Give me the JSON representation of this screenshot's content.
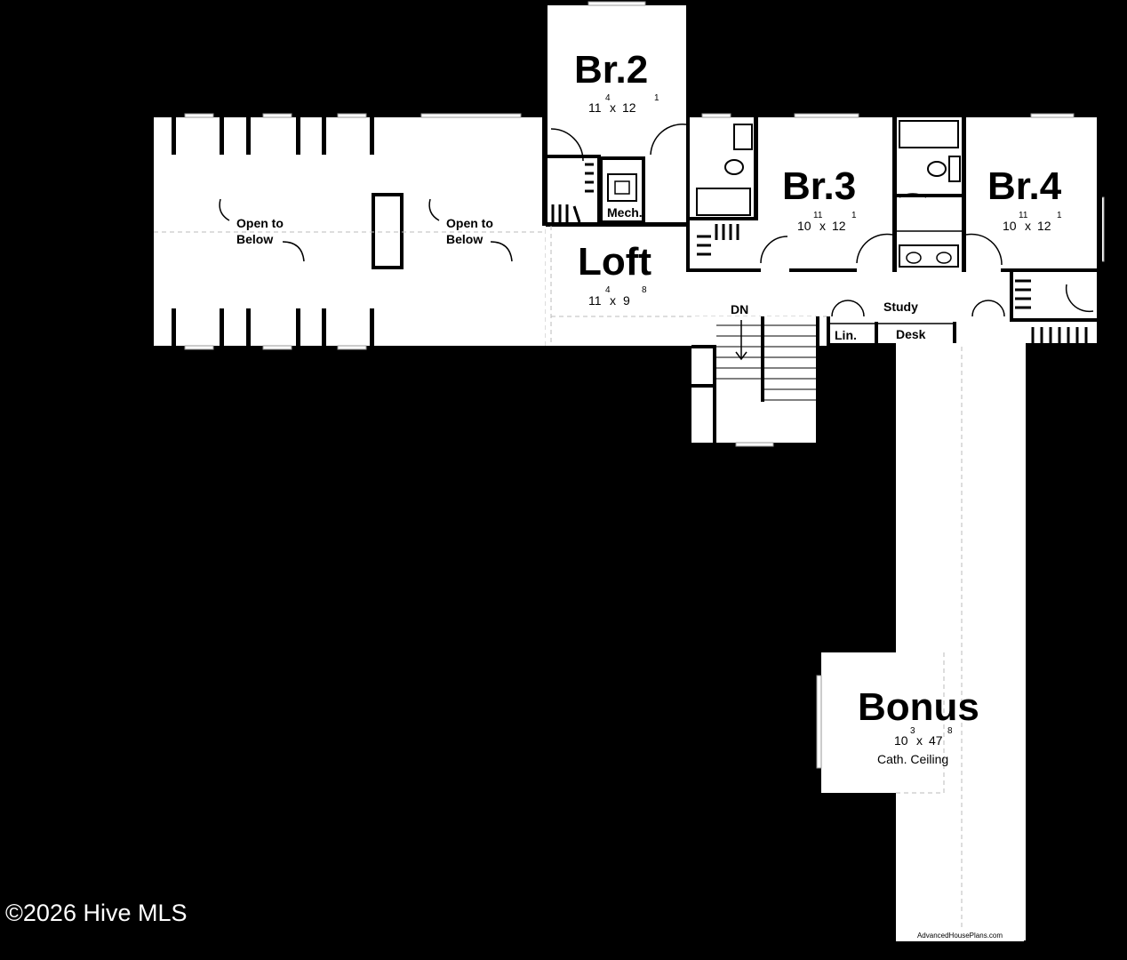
{
  "rooms": {
    "br2": {
      "name": "Br.2",
      "w_ft": "11",
      "w_in": "4",
      "x": "x",
      "d_ft": "12",
      "d_in": "1"
    },
    "br3": {
      "name": "Br.3",
      "w_ft": "10",
      "w_in": "11",
      "x": "x",
      "d_ft": "12",
      "d_in": "1"
    },
    "br4": {
      "name": "Br.4",
      "w_ft": "10",
      "w_in": "11",
      "x": "x",
      "d_ft": "12",
      "d_in": "1"
    },
    "loft": {
      "name": "Loft",
      "w_ft": "11",
      "w_in": "4",
      "x": "x",
      "d_ft": "9",
      "d_in": "8"
    },
    "bonus": {
      "name": "Bonus",
      "w_ft": "10",
      "w_in": "3",
      "x": "x",
      "d_ft": "47",
      "d_in": "8",
      "note": "Cath. Ceiling"
    }
  },
  "labels": {
    "open_below_1_a": "Open to",
    "open_below_1_b": "Below",
    "open_below_2_a": "Open to",
    "open_below_2_b": "Below",
    "mech": "Mech.",
    "study": "Study",
    "desk": "Desk",
    "linen": "Lin.",
    "stairs_dn": "DN"
  },
  "copyright": "©2026 Hive MLS",
  "credit": "AdvancedHousePlans.com",
  "colors": {
    "background": "#000000",
    "floor": "#ffffff",
    "wall": "#000000"
  }
}
